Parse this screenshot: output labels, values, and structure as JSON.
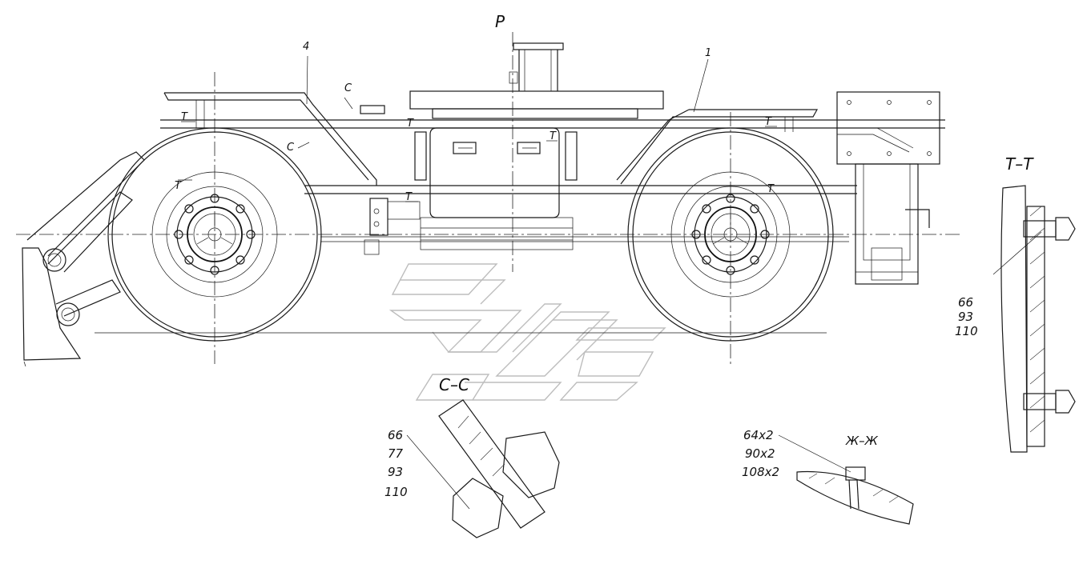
{
  "view_title": "Р",
  "section_tt": {
    "title": "Т–Т",
    "callouts": [
      "66",
      "93",
      "110"
    ]
  },
  "section_cc": {
    "title": "С–С",
    "callouts": [
      "66",
      "77",
      "93",
      "110"
    ]
  },
  "section_zz": {
    "title": "Ж–Ж",
    "callouts": [
      "64х2",
      "90х2",
      "108х2"
    ]
  },
  "position_labels": [
    "4",
    "1"
  ],
  "cut_marks": {
    "t": "Т",
    "c": "С"
  }
}
